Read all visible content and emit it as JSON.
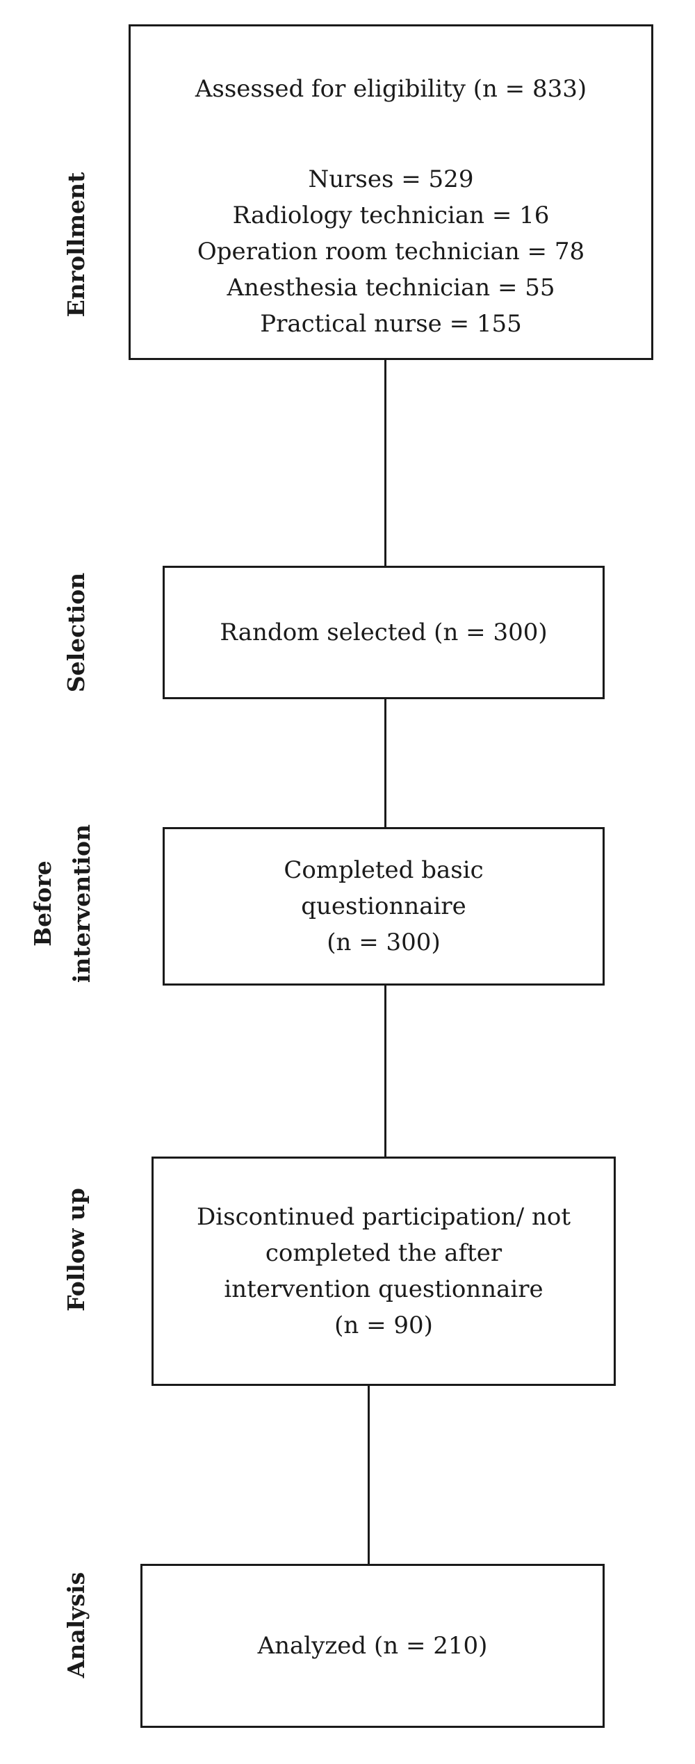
{
  "stages": {
    "enrollment": "Enrollment",
    "selection": "Selection",
    "before_line1": "Before",
    "before_line2": "intervention",
    "follow_up": "Follow up",
    "analysis": "Analysis"
  },
  "enrollment_box": {
    "heading": "Assessed for eligibility (n = 833)",
    "items": [
      "Nurses = 529",
      "Radiology technician = 16",
      "Operation room technician = 78",
      "Anesthesia technician = 55",
      "Practical nurse = 155"
    ]
  },
  "selection_box": {
    "text": "Random selected (n = 300)"
  },
  "before_box": {
    "line1": "Completed basic",
    "line2": "questionnaire",
    "line3": "(n = 300)"
  },
  "followup_box": {
    "line1": "Discontinued participation/ not",
    "line2": "completed the after",
    "line3": "intervention questionnaire",
    "line4": "(n = 90)"
  },
  "analysis_box": {
    "text": "Analyzed (n = 210)"
  }
}
